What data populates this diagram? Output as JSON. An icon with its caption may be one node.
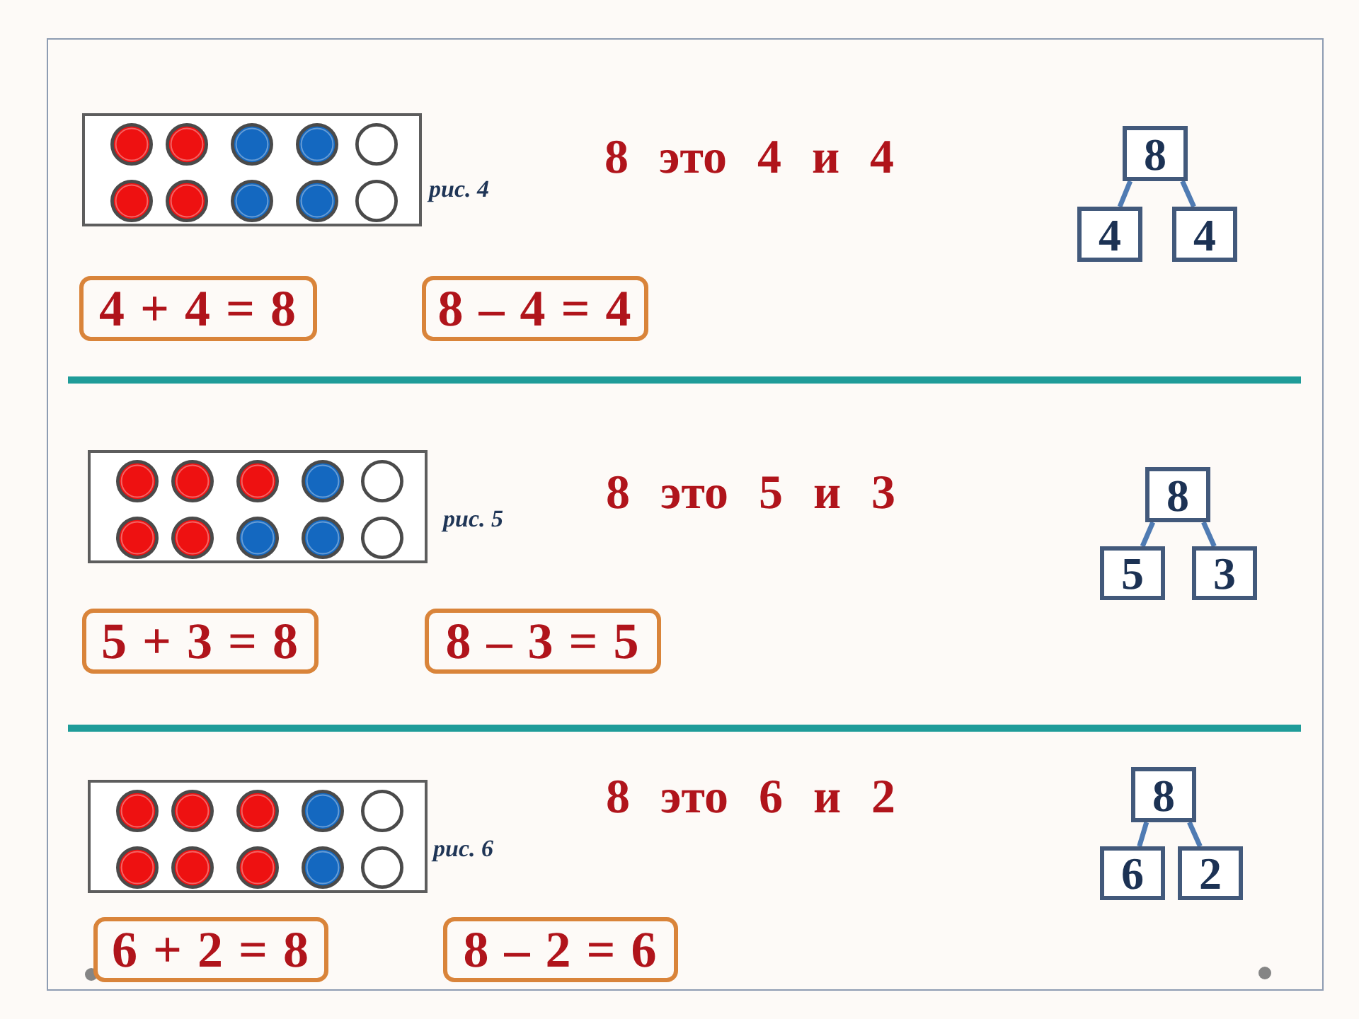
{
  "diagram": {
    "nodes": [
      {
        "text": [
          "8"
        ]
      },
      {
        "text": [
          "4"
        ]
      },
      {
        "text": [
          "4"
        ]
      },
      {
        "text": [
          "4 + 4 = 8"
        ]
      },
      {
        "text": [
          "8 – 4 = 4"
        ]
      },
      {
        "text": [
          "8"
        ]
      },
      {
        "text": [
          "5"
        ]
      },
      {
        "text": [
          "3"
        ]
      },
      {
        "text": [
          "5 + 3 = 8"
        ]
      },
      {
        "text": [
          "8 – 3 = 5"
        ]
      },
      {
        "text": [
          "8"
        ]
      },
      {
        "text": [
          "6"
        ]
      },
      {
        "text": [
          "2"
        ]
      },
      {
        "text": [
          "6 + 2 = 8"
        ]
      },
      {
        "text": [
          "8 – 2 = 6"
        ]
      }
    ],
    "edges": [
      {
        "from": 0,
        "to": 1,
        "arrow": "none"
      },
      {
        "from": 0,
        "to": 2,
        "arrow": "none"
      },
      {
        "from": 5,
        "to": 6,
        "arrow": "none"
      },
      {
        "from": 5,
        "to": 7,
        "arrow": "none"
      },
      {
        "from": 10,
        "to": 11,
        "arrow": "none"
      },
      {
        "from": 10,
        "to": 12,
        "arrow": "none"
      }
    ],
    "labels": [
      "8 это 4 и 4",
      "рис. 4",
      "8 это 5 и 3",
      "рис. 5",
      "8 это 6 и 2",
      "рис. 6"
    ]
  }
}
